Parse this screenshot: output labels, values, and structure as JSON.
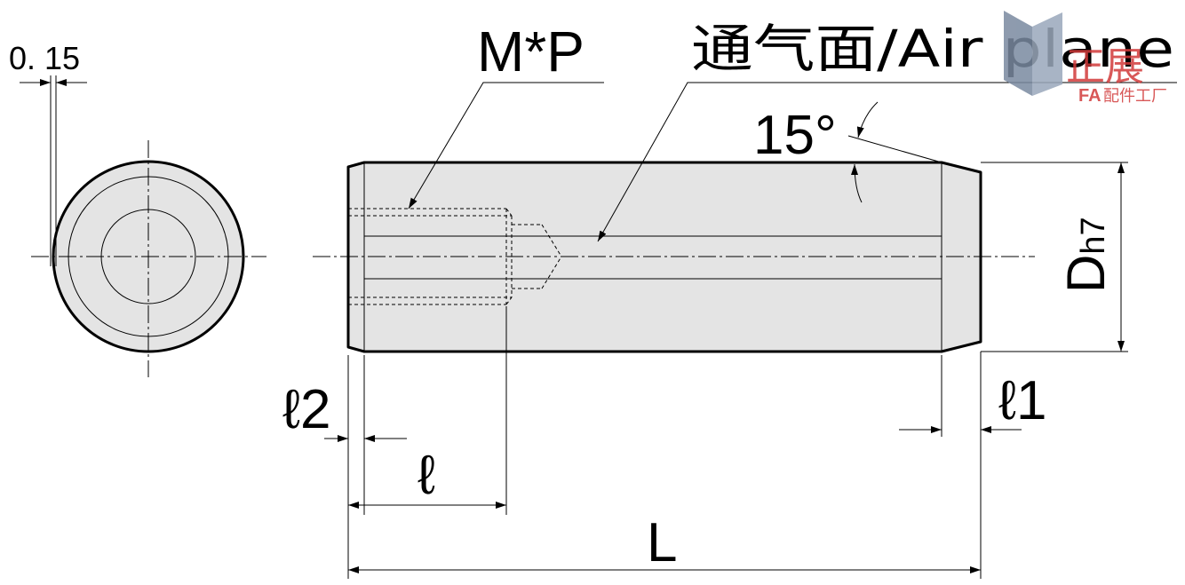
{
  "labels": {
    "tolerance": "0. 15",
    "thread": "M*P",
    "air_plane": "通气面/Air plane",
    "angle": "15°",
    "diameter_main": "D",
    "diameter_sub": "h7",
    "l1": "ℓ1",
    "l2": "ℓ2",
    "l": "ℓ",
    "length": "L"
  },
  "logo": {
    "name": "正展",
    "subtitle_fa": "FA",
    "subtitle": "配件工厂",
    "colors": {
      "primary": "#d23a3a",
      "secondary": "#7a8aa0"
    }
  },
  "colors": {
    "part_fill": "#e4e4e4",
    "line": "#000000"
  }
}
